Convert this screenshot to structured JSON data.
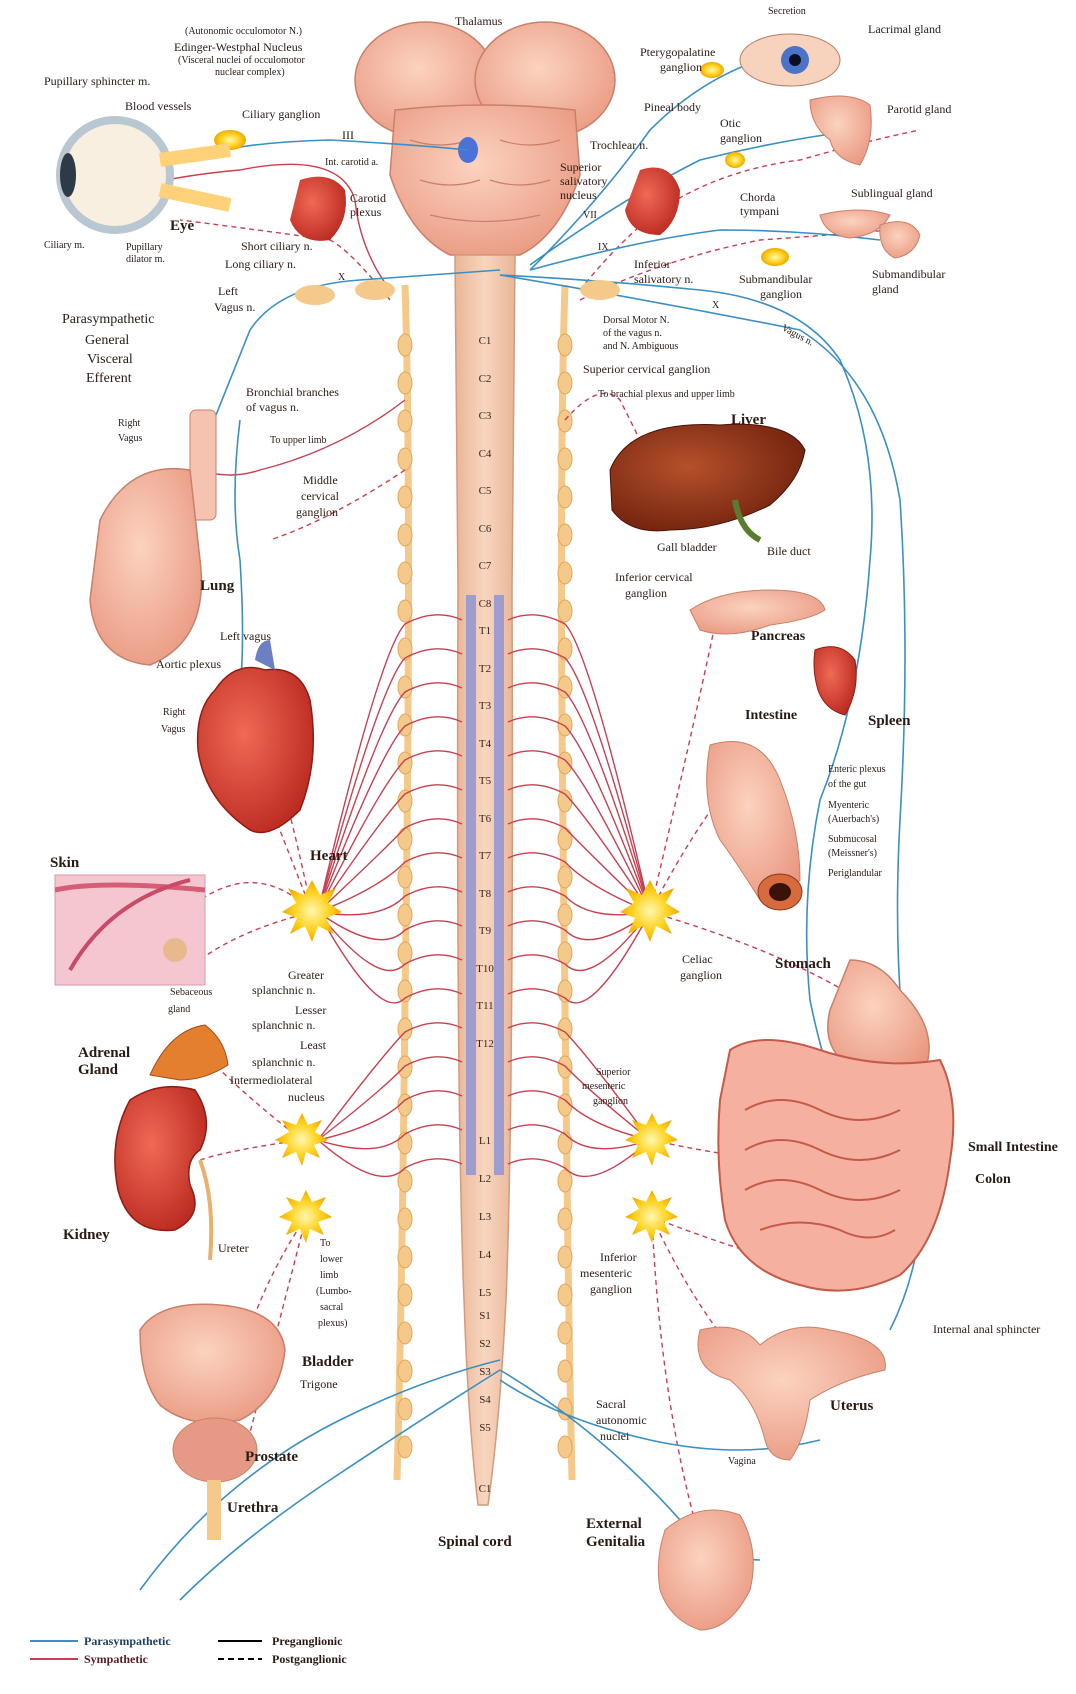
{
  "colors": {
    "parasympathetic": "#3a8fc4",
    "sympathetic": "#c8404f",
    "cord": "#f2c7a8",
    "chain": "#f5c98a",
    "ganglion": "#ffd21f",
    "preganglionic_band": "#8f95d6",
    "organ_red": "#c93a2e",
    "liver": "#8c2c14"
  },
  "labels": {
    "autonomic_oculomotor": "(Autonomic occulomotor N.)",
    "edinger_westphal": "Edinger-Westphal Nucleus",
    "visceral_nuclei": "(Visceral nuclei of occulomotor",
    "nuclear_complex": "nuclear complex)",
    "thalamus": "Thalamus",
    "secretion": "Secretion",
    "lacrimal_gland": "Lacrimal gland",
    "pupillary_sphincter": "Pupillary sphincter m.",
    "blood_vessels": "Blood vessels",
    "ciliary_ganglion": "Ciliary ganglion",
    "roman_iii": "III",
    "pterygopalatine": "Pterygopalatine",
    "ganglion_word": "ganglion",
    "pineal_body": "Pineal body",
    "parotid_gland": "Parotid gland",
    "int_carotid": "Int. carotid a.",
    "otic": "Otic",
    "otic_ganglion": "ganglion",
    "trochlear": "Trochlear n.",
    "carotid": "Carotid",
    "plexus_word": "plexus",
    "superior_salivatory_1": "Superior",
    "superior_salivatory_2": "salivatory",
    "superior_salivatory_3": "nucleus",
    "roman_vii": "VII",
    "chorda_tympani_1": "Chorda",
    "chorda_tympani_2": "tympani",
    "sublingual_gland": "Sublingual gland",
    "eye": "Eye",
    "ciliary_m": "Ciliary m.",
    "pupillary_dilator_1": "Pupillary",
    "pupillary_dilator_2": "dilator m.",
    "short_ciliary": "Short ciliary n.",
    "long_ciliary": "Long ciliary n.",
    "roman_ix": "IX",
    "inferior_salivatory_1": "Inferior",
    "inferior_salivatory_2": "salivatory n.",
    "submandibular_ganglion_1": "Submandibular",
    "submandibular_ganglion_2": "ganglion",
    "submandibular_gland_1": "Submandibular",
    "submandibular_gland_2": "gland",
    "roman_x_left": "X",
    "roman_x_right": "X",
    "left_vagus_1": "Left",
    "left_vagus_2": "Vagus n.",
    "dorsal_motor_1": "Dorsal Motor N.",
    "dorsal_motor_2": "of the vagus n.",
    "dorsal_motor_3": "and N. Ambiguous",
    "vagus_n": "Vagus n.",
    "psgve_1": "Parasympathetic",
    "psgve_2": "General",
    "psgve_3": "Visceral",
    "psgve_4": "Efferent",
    "superior_cervical": "Superior cervical ganglion",
    "bronchial_1": "Bronchial branches",
    "bronchial_2": "of vagus n.",
    "brachial_plexus": "To brachial plexus and upper limb",
    "right_vagus_top_1": "Right",
    "right_vagus_top_2": "Vagus",
    "to_upper_limb": "To upper limb",
    "liver": "Liver",
    "middle_cervical_1": "Middle",
    "middle_cervical_2": "cervical",
    "middle_cervical_3": "ganglion",
    "lung": "Lung",
    "gall_bladder": "Gall bladder",
    "bile_duct": "Bile duct",
    "inferior_cervical_1": "Inferior cervical",
    "inferior_cervical_2": "ganglion",
    "left_vagus_heart": "Left vagus",
    "pancreas": "Pancreas",
    "aortic_plexus": "Aortic plexus",
    "right_vagus_heart_1": "Right",
    "right_vagus_heart_2": "Vagus",
    "intestine": "Intestine",
    "spleen": "Spleen",
    "enteric_1": "Enteric plexus",
    "enteric_2": "of the gut",
    "myenteric_1": "Myenteric",
    "myenteric_2": "(Auerbach's)",
    "submucosal_1": "Submucosal",
    "submucosal_2": "(Meissner's)",
    "periglandular": "Periglandular",
    "skin": "Skin",
    "heart": "Heart",
    "celiac_1": "Celiac",
    "celiac_2": "ganglion",
    "stomach": "Stomach",
    "greater_splanchnic_1": "Greater",
    "greater_splanchnic_2": "splanchnic n.",
    "lesser_splanchnic_1": "Lesser",
    "lesser_splanchnic_2": "splanchnic n.",
    "least_splanchnic_1": "Least",
    "least_splanchnic_2": "splanchnic n.",
    "intermediolateral_1": "Intermediolateral",
    "intermediolateral_2": "nucleus",
    "sebaceous_1": "Sebaceous",
    "sebaceous_2": "gland",
    "adrenal_1": "Adrenal",
    "adrenal_2": "Gland",
    "sup_mesenteric_1": "Superior",
    "sup_mesenteric_2": "mesenteric",
    "sup_mesenteric_3": "ganglion",
    "small_intestine": "Small Intestine",
    "colon": "Colon",
    "kidney": "Kidney",
    "ureter": "Ureter",
    "to_lower_limb_1": "To",
    "to_lower_limb_2": "lower",
    "to_lower_limb_3": "limb",
    "to_lower_limb_4": "(Lumbo-",
    "to_lower_limb_5": "sacral",
    "to_lower_limb_6": "plexus)",
    "inf_mesenteric_1": "Inferior",
    "inf_mesenteric_2": "mesenteric",
    "inf_mesenteric_3": "ganglion",
    "internal_anal_sphincter": "Internal anal sphincter",
    "bladder": "Bladder",
    "trigone": "Trigone",
    "sacral_autonomic_1": "Sacral",
    "sacral_autonomic_2": "autonomic",
    "sacral_autonomic_3": "nuclei",
    "uterus": "Uterus",
    "prostate": "Prostate",
    "vagina": "Vagina",
    "urethra": "Urethra",
    "spinal_cord": "Spinal cord",
    "external_genitalia_1": "External",
    "external_genitalia_2": "Genitalia"
  },
  "segments": {
    "cervical": [
      "C1",
      "C2",
      "C3",
      "C4",
      "C5",
      "C6",
      "C7",
      "C8"
    ],
    "thoracic": [
      "T1",
      "T2",
      "T3",
      "T4",
      "T5",
      "T6",
      "T7",
      "T8",
      "T9",
      "T10",
      "T11",
      "T12"
    ],
    "lumbar": [
      "L1",
      "L2",
      "L3",
      "L4",
      "L5"
    ],
    "sacral": [
      "S1",
      "S2",
      "S3",
      "S4",
      "S5"
    ],
    "coccygeal": [
      "C1"
    ]
  },
  "legend": {
    "parasympathetic": "Parasympathetic",
    "sympathetic": "Sympathetic",
    "preganglionic": "Preganglionic",
    "postganglionic": "Postganglionic"
  }
}
